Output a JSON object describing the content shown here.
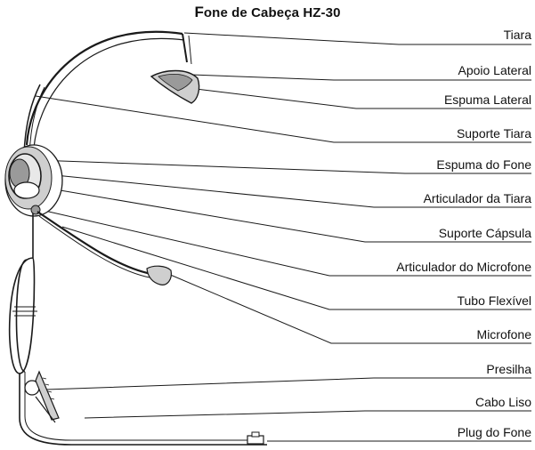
{
  "diagram": {
    "title_first_letter": "F",
    "title_rest": "one de Cabeça HZ-30",
    "labels": [
      "Tiara",
      "Apoio Lateral",
      "Espuma Lateral",
      "Suporte Tiara",
      "Espuma do Fone",
      "Articulador da Tiara",
      "Suporte Cápsula",
      "Articulador do Microfone",
      "Tubo Flexível",
      "Microfone",
      "Presilha",
      "Cabo Liso",
      "Plug do Fone"
    ]
  },
  "colors": {
    "line": "#1a1a1a",
    "foam": "#cfcfcf",
    "pad": "#9a9a9a",
    "background": "#ffffff"
  }
}
